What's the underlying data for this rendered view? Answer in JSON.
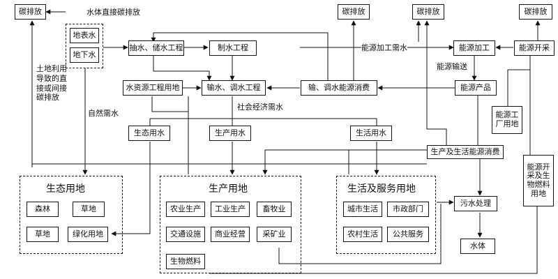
{
  "nodes": {
    "carbon_emission": "碳排放",
    "surface_water": "地表水",
    "groundwater": "地下水",
    "pump_store": "抽水、储水工程",
    "water_making": "制水工程",
    "transfer_water": "输水、调水工程",
    "water_res_land": "水资源工程用地",
    "transfer_energy": "输、调水能源消费",
    "energy_processing": "能源加工",
    "energy_mining": "能源开采",
    "energy_products": "能源产品",
    "energy_factory_land": "能源工厂用地",
    "energy_biofuel_land": "能源开采及生物燃料用地",
    "eco_water": "生态用水",
    "prod_water": "生产用水",
    "life_water": "生活用水",
    "prod_life_energy": "生产及生活能源消费",
    "sewage": "污水处理",
    "water_body": "水体"
  },
  "groups": {
    "eco": {
      "title": "生态用地",
      "items": [
        "森林",
        "草地",
        "草地",
        "绿化用地"
      ]
    },
    "prod": {
      "title": "生产用地",
      "items": [
        "农业生产",
        "工业生产",
        "畜牧业",
        "交通设施",
        "商业经营",
        "采矿业",
        "生物燃料"
      ]
    },
    "life": {
      "title": "生活及服务用地",
      "items": [
        "城市生活",
        "市政部门",
        "农村生活",
        "公共服务"
      ]
    }
  },
  "labels": {
    "direct_water_emission": "水体直接碳排放",
    "land_use_emission": "土地利用导致的直接或间接碳排放",
    "natural_water": "自然需水",
    "social_water": "社会经济需水",
    "energy_processing_water": "能源加工需水",
    "energy_transport": "能源输送"
  }
}
